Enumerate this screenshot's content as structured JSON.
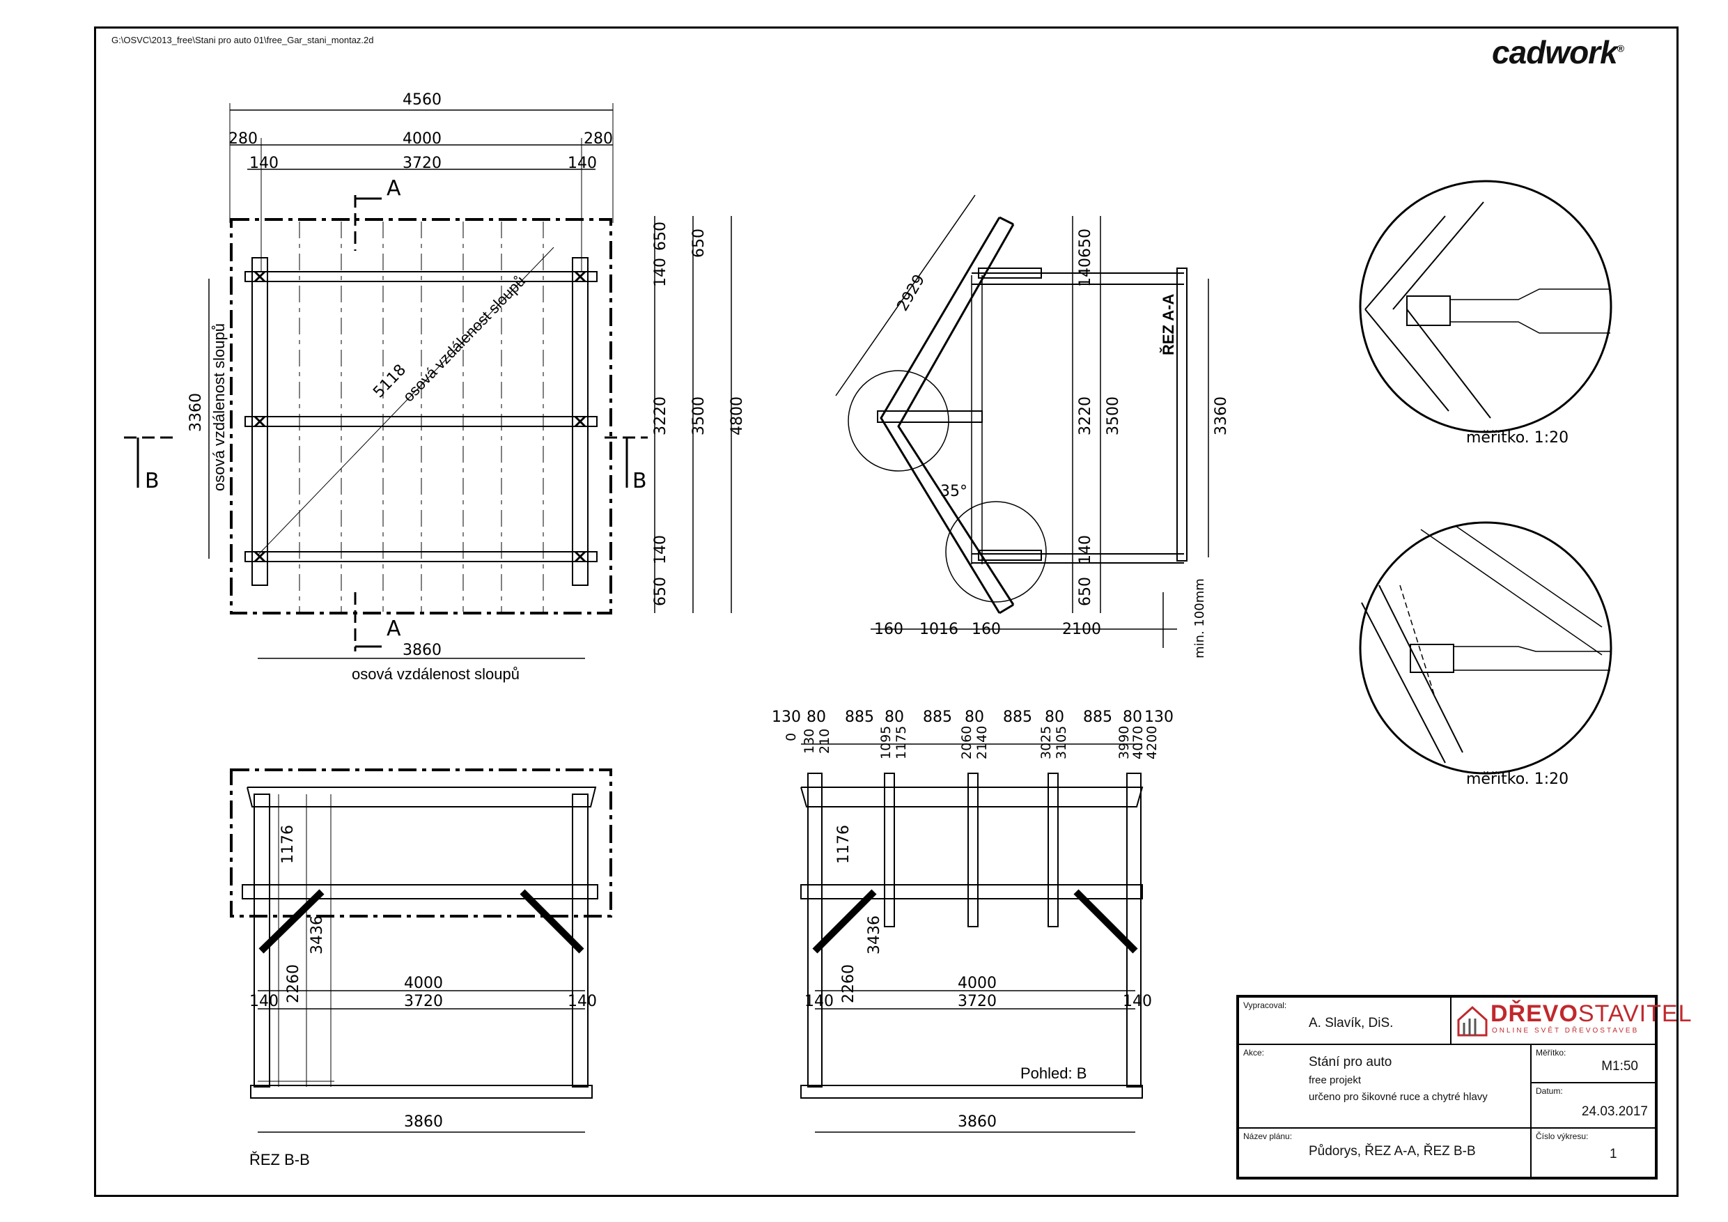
{
  "header": {
    "file_path": "G:\\OSVC\\2013_free\\Stani pro auto 01\\free_Gar_stani_montaz.2d",
    "logo": "cadwork",
    "logo_mark": "®"
  },
  "plan": {
    "dims_top": [
      "4560",
      "280",
      "4000",
      "280",
      "140",
      "3720",
      "140"
    ],
    "dims_right": [
      "650",
      "140",
      "3220",
      "140",
      "650",
      "3500",
      "4800",
      "650"
    ],
    "dims_left": [
      "3360"
    ],
    "diagonal": "5118",
    "diagonal_label": "osová vzdálenost sloupů",
    "side_label": "osová vzdálenost sloupů",
    "bottom_dim": "3860",
    "bottom_label": "osová vzdálenost sloupů",
    "section_a": "A",
    "section_b": "B"
  },
  "section_aa": {
    "title": "ŘEZ A-A",
    "rafter": "2929",
    "angle": "35°",
    "dims_bottom": [
      "160",
      "1016",
      "160",
      "2100"
    ],
    "dims_vert": [
      "650",
      "140",
      "3220",
      "3500",
      "140",
      "650",
      "3360"
    ],
    "min_note": "min. 100mm"
  },
  "details": [
    {
      "scale": "měřítko. 1:20"
    },
    {
      "scale": "měřítko. 1:20"
    }
  ],
  "section_bb": {
    "title": "ŘEZ B-B",
    "dims": [
      "1176",
      "3436",
      "2260",
      "4000",
      "140",
      "3720",
      "140",
      "3860"
    ]
  },
  "view_b": {
    "title": "Pohled: B",
    "top_row": [
      "130",
      "80",
      "885",
      "80",
      "885",
      "80",
      "885",
      "80",
      "885",
      "80",
      "130"
    ],
    "stations": [
      "0",
      "130",
      "210",
      "1095",
      "1175",
      "2060",
      "2140",
      "3025",
      "3105",
      "3990",
      "4070",
      "4200"
    ],
    "dims": [
      "1176",
      "3436",
      "2260",
      "4000",
      "140",
      "3720",
      "140",
      "3860"
    ]
  },
  "title_block": {
    "drawn_by_caption": "Vypracoval:",
    "drawn_by": "A. Slavík, DiS.",
    "brand_red": "DŘEVO",
    "brand_rest": "STAVITEL",
    "brand_sub": "ONLINE SVĚT DŘEVOSTAVEB",
    "project_caption": "Akce:",
    "project_line1": "Stání pro auto",
    "project_line2": "free projekt",
    "project_line3": "určeno pro šikovné ruce a chytré hlavy",
    "scale_caption": "Měřítko:",
    "scale": "M1:50",
    "date_caption": "Datum:",
    "date": "24.03.2017",
    "plan_caption": "Název plánu:",
    "plan_name": "Půdorys, ŘEZ A-A, ŘEZ B-B",
    "sheet_caption": "Číslo výkresu:",
    "sheet": "1",
    "brand_color": "#c0282d"
  }
}
